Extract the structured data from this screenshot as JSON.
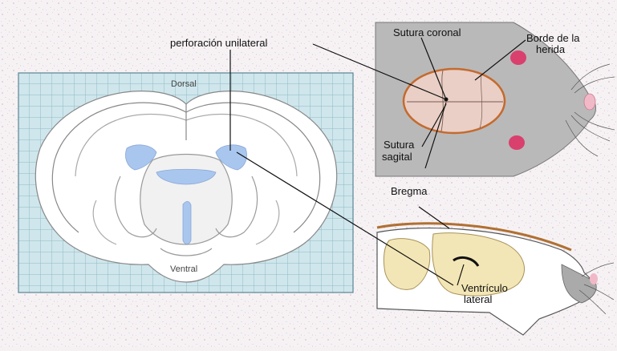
{
  "figure": {
    "colors": {
      "grid_bg": "#cfe6ec",
      "grid_line": "#8fb9c5",
      "ventricle": "#a9c6ee",
      "head_fill": "#b9b9b9",
      "skull_window": "#e9cfc6",
      "skull_outline": "#c46a2e",
      "ear_pink": "#d9406e",
      "brain_tan": "#f3e6b6",
      "bone_brown": "#b07032"
    },
    "labels": {
      "perforacion": "perforación unilateral",
      "sutura_coronal": "Sutura coronal",
      "borde_l1": "Borde de la",
      "borde_l2": "herida",
      "sutura_sagital_l1": "Sutura",
      "sutura_sagital_l2": "sagital",
      "bregma": "Bregma",
      "dorsal": "Dorsal",
      "ventral": "Ventral",
      "ventriculo_l1": "Ventrículo",
      "ventriculo_l2": "lateral"
    }
  }
}
